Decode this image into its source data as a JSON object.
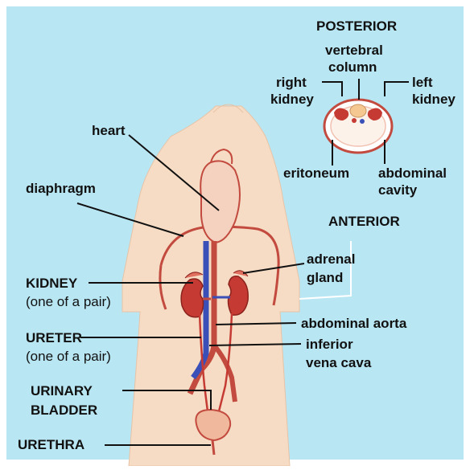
{
  "colors": {
    "background": "#b9e6f3",
    "skin": "#f6dcc4",
    "organ": "#c53a33",
    "vein": "#3a4fb8",
    "outline": "#c24a3e"
  },
  "labels": {
    "posterior": "POSTERIOR",
    "vertebral_column": "vertebral column",
    "vertebral_line1": "vertebral",
    "vertebral_line2": "column",
    "right_kidney_line1": "right",
    "right_kidney_line2": "kidney",
    "left_kidney_line1": "left",
    "left_kidney_line2": "kidney",
    "peritoneum": "eritoneum",
    "abdominal_cavity_line1": "abdominal",
    "abdominal_cavity_line2": "cavity",
    "anterior": "ANTERIOR",
    "heart": "heart",
    "diaphragm": "diaphragm",
    "adrenal_line1": "adrenal",
    "adrenal_line2": "gland",
    "kidney_line1": "KIDNEY",
    "kidney_line2": "(one of a pair)",
    "ureter_line1": "URETER",
    "ureter_line2": "(one of a pair)",
    "abdominal_aorta": "abdominal aorta",
    "ivc_line1": "inferior",
    "ivc_line2": "vena cava",
    "bladder_line1": "URINARY",
    "bladder_line2": "BLADDER",
    "urethra": "URETHRA"
  }
}
